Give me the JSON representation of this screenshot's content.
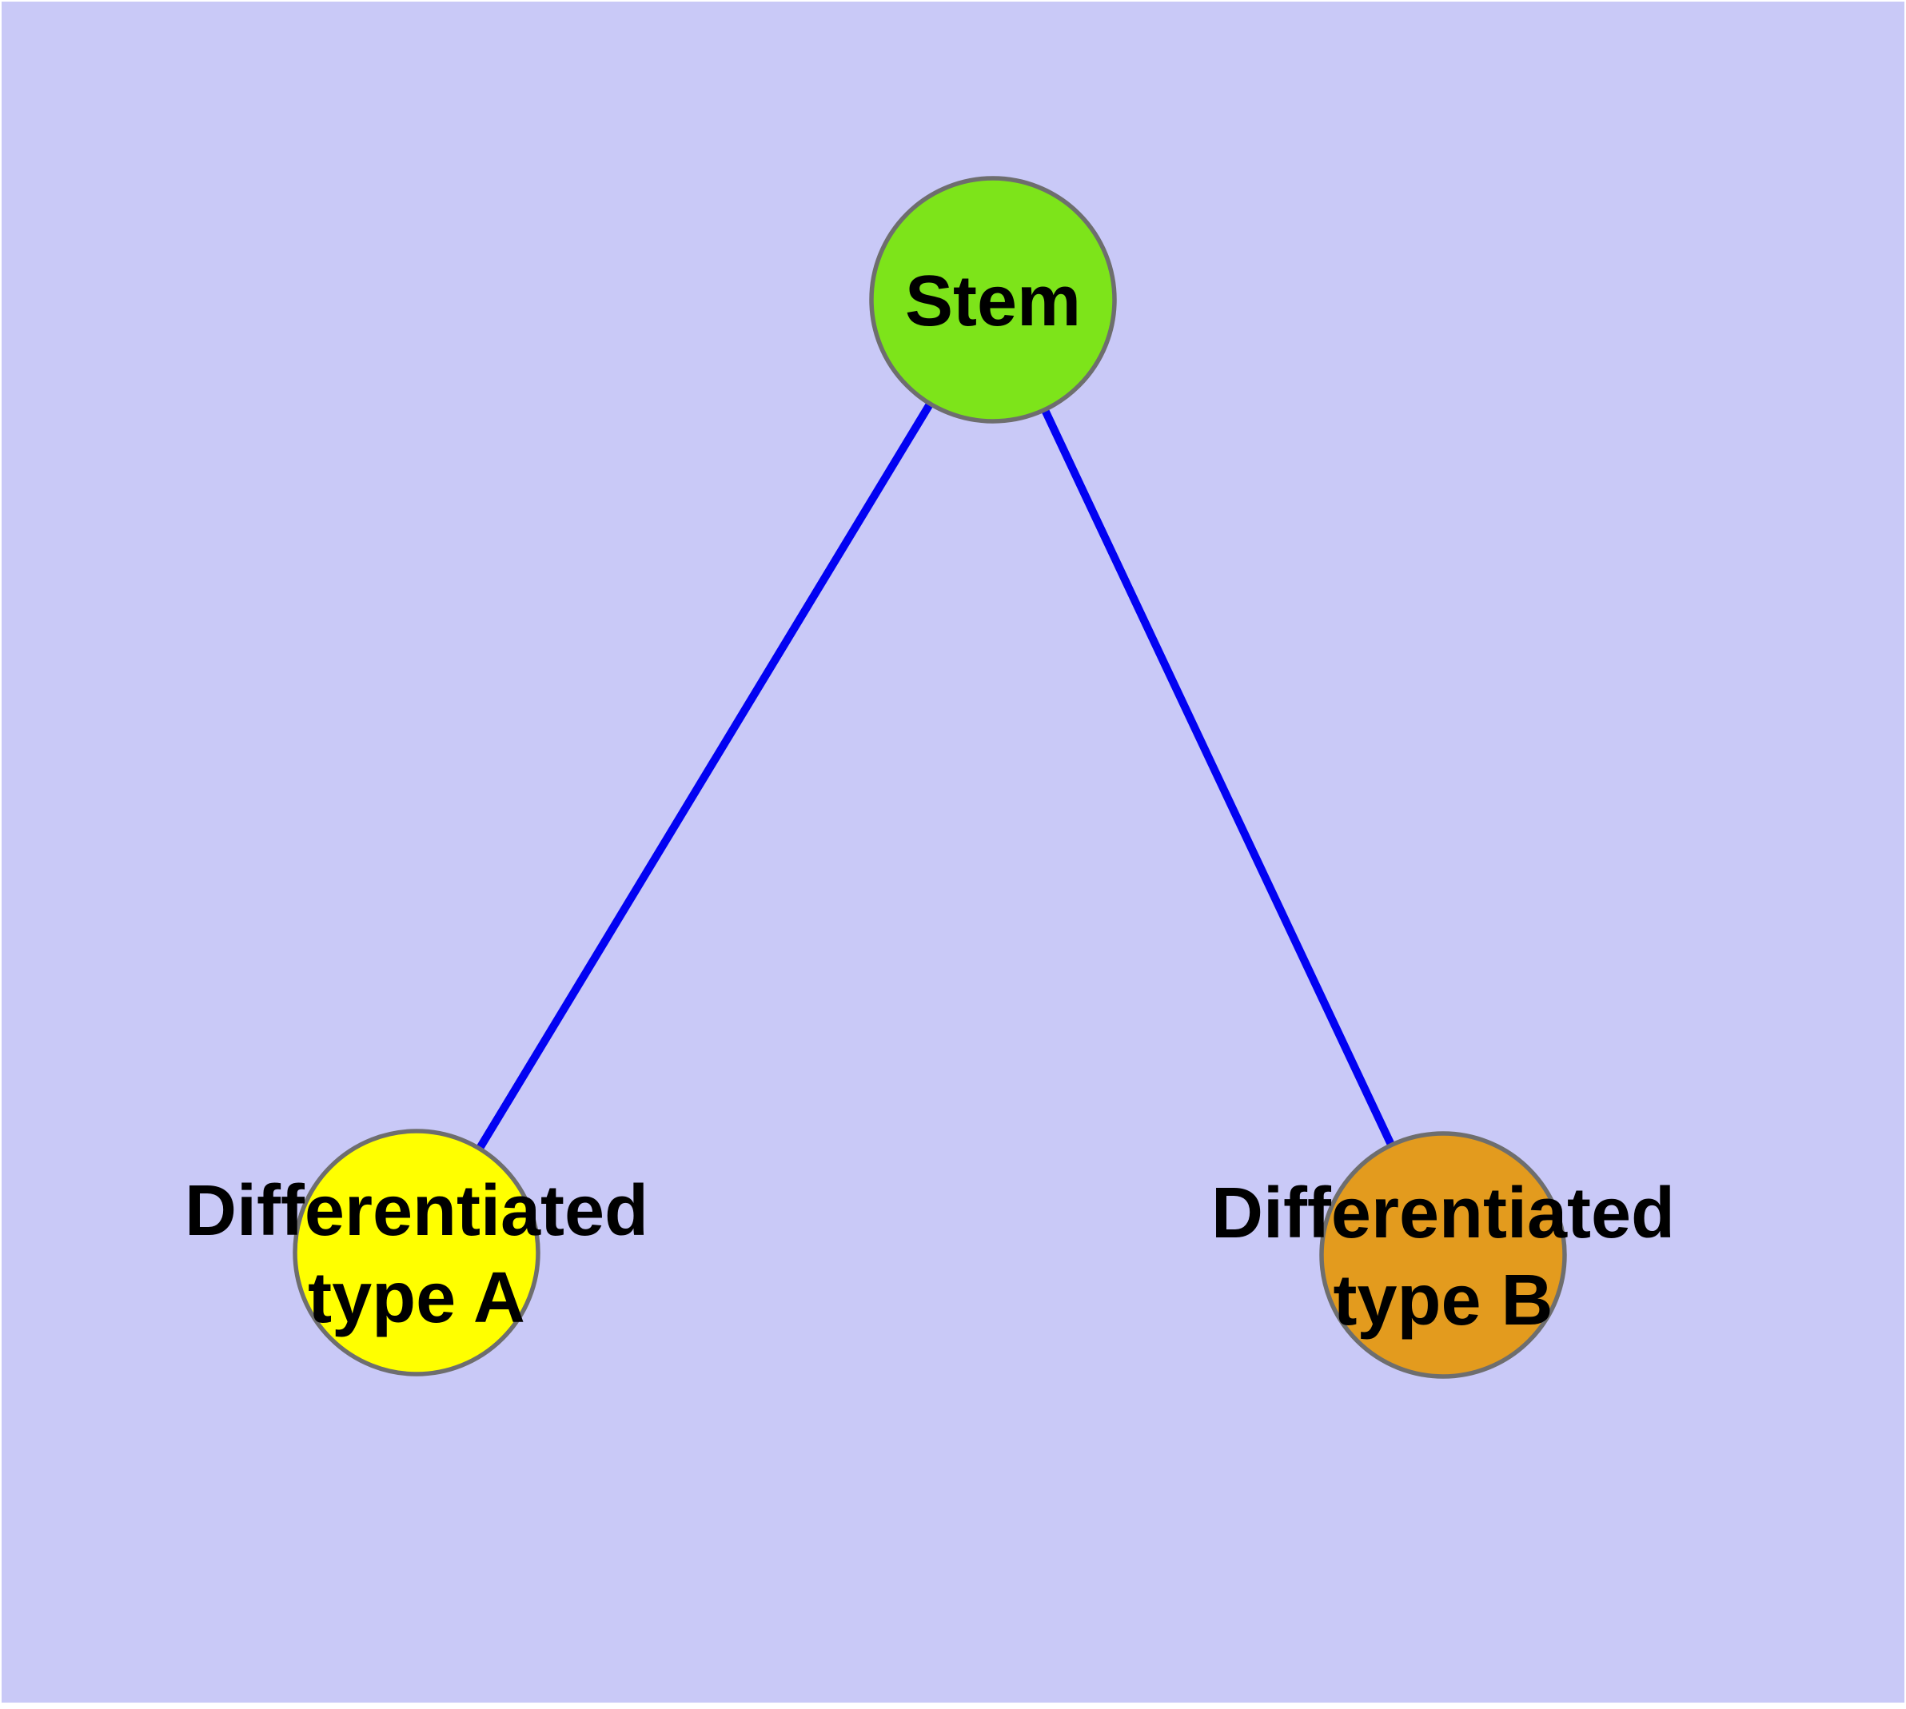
{
  "diagram": {
    "type": "graph",
    "description": "Stem cell differentiation diagram: a stem node connected to two differentiated cell type nodes",
    "background_color": "#C9C9F7",
    "page_background_color": "#FFFFFF",
    "edge_color": "#0202F2",
    "node_border_color": "#6E6E6E",
    "label_color": "#000000",
    "nodes": {
      "stem": {
        "label": "Stem",
        "fill": "#7DE41A"
      },
      "type_a": {
        "label_line1": "Differentiated",
        "label_line2": "type A",
        "fill": "#FFFF00"
      },
      "type_b": {
        "label_line1": "Differentiated",
        "label_line2": "type B",
        "fill": "#E39B1E"
      }
    },
    "edges": [
      {
        "from": "Stem",
        "to": "Differentiated type A"
      },
      {
        "from": "Stem",
        "to": "Differentiated type B"
      }
    ]
  }
}
